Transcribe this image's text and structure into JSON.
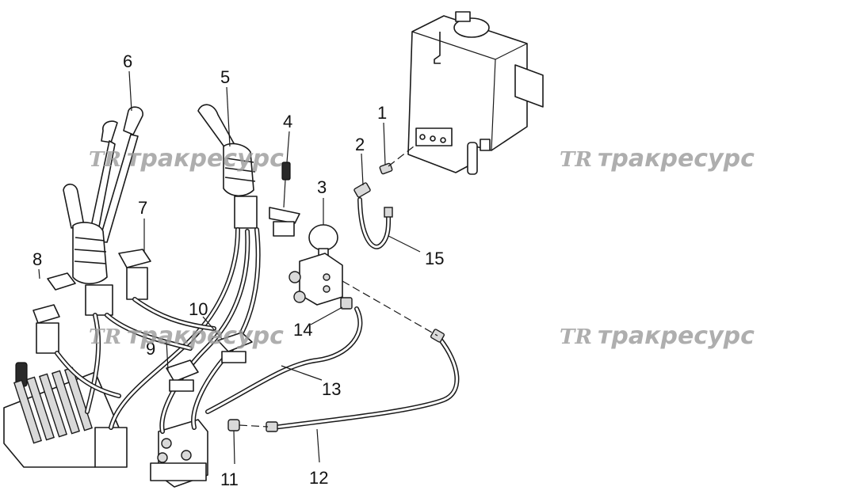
{
  "watermark": {
    "logo": "TR",
    "text": "тракресурс"
  },
  "callouts": [
    {
      "id": "c1",
      "label": "1"
    },
    {
      "id": "c2",
      "label": "2"
    },
    {
      "id": "c3",
      "label": "3"
    },
    {
      "id": "c4",
      "label": "4"
    },
    {
      "id": "c5",
      "label": "5"
    },
    {
      "id": "c6",
      "label": "6"
    },
    {
      "id": "c7",
      "label": "7"
    },
    {
      "id": "c8",
      "label": "8"
    },
    {
      "id": "c9",
      "label": "9"
    },
    {
      "id": "c10",
      "label": "10"
    },
    {
      "id": "c11",
      "label": "11"
    },
    {
      "id": "c12",
      "label": "12"
    },
    {
      "id": "c13",
      "label": "13"
    },
    {
      "id": "c14",
      "label": "14"
    },
    {
      "id": "c15",
      "label": "15"
    }
  ]
}
